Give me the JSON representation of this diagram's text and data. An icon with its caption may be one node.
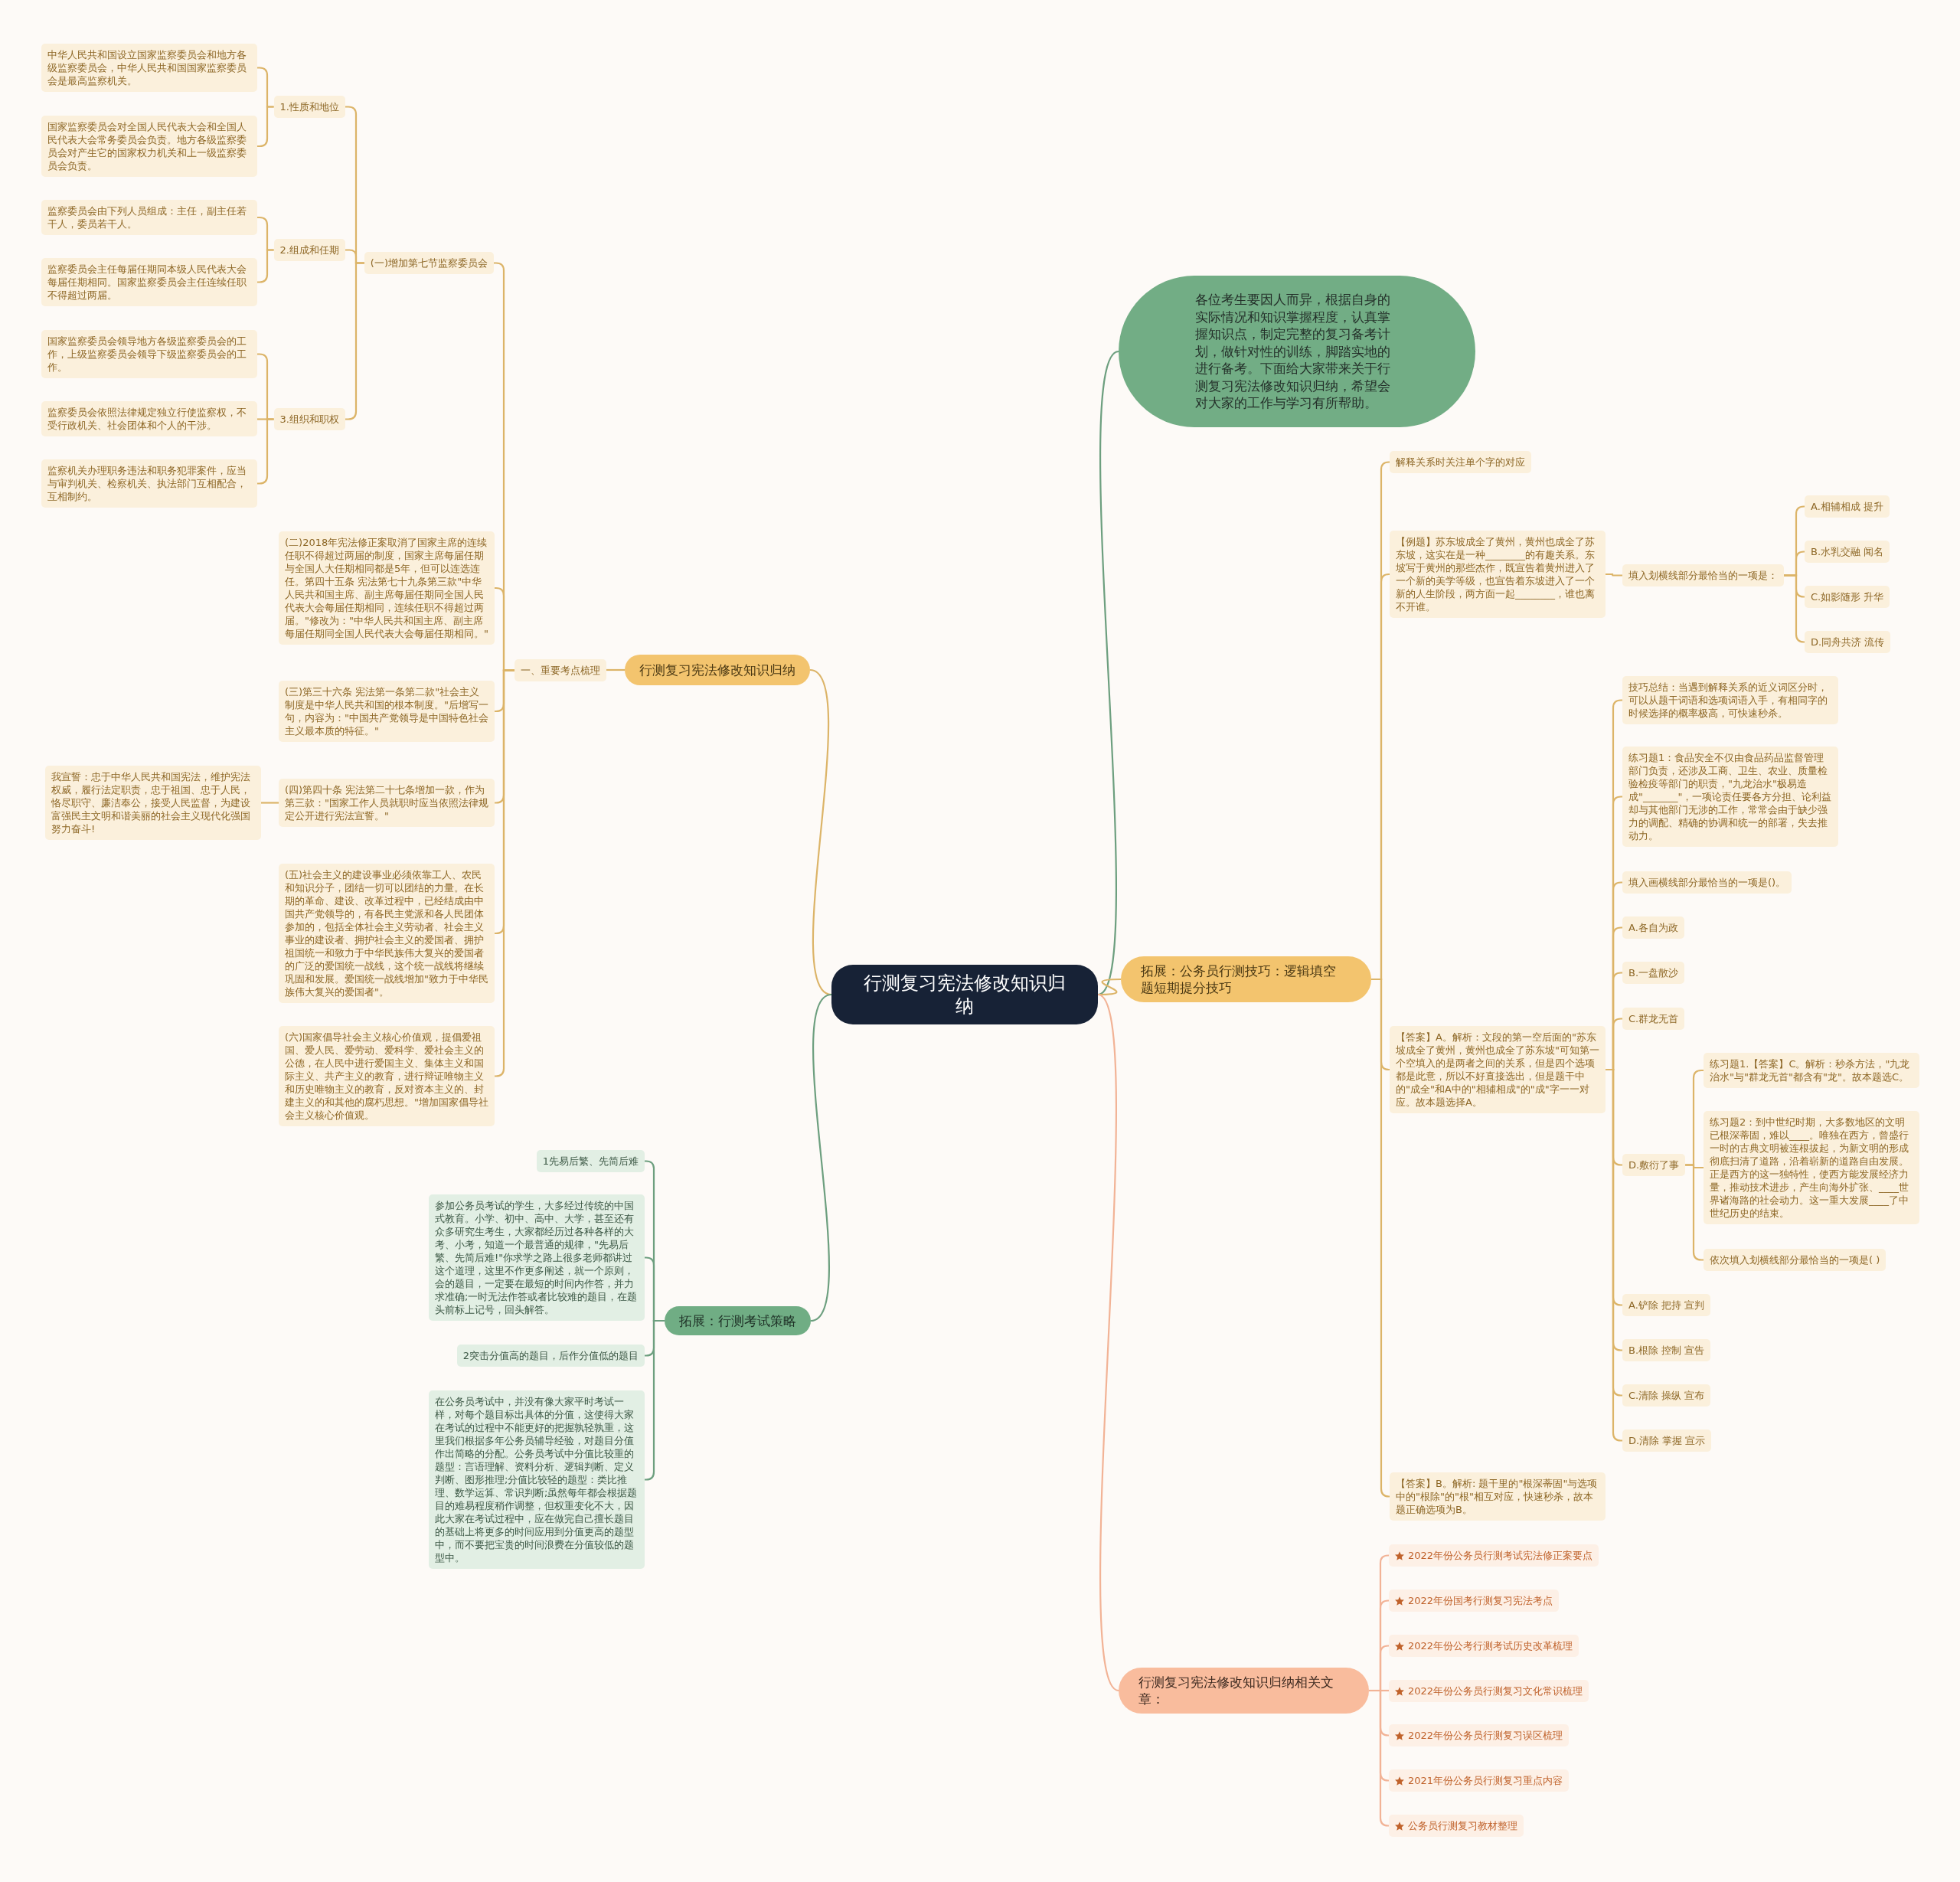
{
  "diagram": {
    "nodes": [
      {
        "text": [
          "行测复习宪法修改知识归纳"
        ]
      },
      {
        "text": [
          "各位考生要因人而异，根据自身的实际情况和知识掌握程度，认真掌握知识点，制定完整的复习备考计划，做针对性的训练，脚踏实地的进行备考。下面给大家带来关于行测复习宪法修改知识归纳，希望会对大家的工作与学习有所帮助。"
        ]
      },
      {
        "text": [
          "行测复习宪法修改知识归纳"
        ]
      },
      {
        "text": [
          "一、重要考点梳理"
        ]
      },
      {
        "text": [
          "(一)增加第七节监察委员会"
        ]
      },
      {
        "text": [
          "1.性质和地位"
        ]
      },
      {
        "text": [
          "中华人民共和国设立国家监察委员会和地方各级监察委员会，中华人民共和国国家监察委员会是最高监察机关。"
        ]
      },
      {
        "text": [
          "国家监察委员会对全国人民代表大会和全国人民代表大会常务委员会负责。地方各级监察委员会对产生它的国家权力机关和上一级监察委员会负责。"
        ]
      },
      {
        "text": [
          "2.组成和任期"
        ]
      },
      {
        "text": [
          "监察委员会由下列人员组成：主任，副主任若干人，委员若干人。"
        ]
      },
      {
        "text": [
          "监察委员会主任每届任期同本级人民代表大会每届任期相同。国家监察委员会主任连续任职不得超过两届。"
        ]
      },
      {
        "text": [
          "3.组织和职权"
        ]
      },
      {
        "text": [
          "国家监察委员会领导地方各级监察委员会的工作，上级监察委员会领导下级监察委员会的工作。"
        ]
      },
      {
        "text": [
          "监察委员会依照法律规定独立行使监察权，不受行政机关、社会团体和个人的干涉。"
        ]
      },
      {
        "text": [
          "监察机关办理职务违法和职务犯罪案件，应当与审判机关、检察机关、执法部门互相配合，互相制约。"
        ]
      },
      {
        "text": [
          "(二)2018年宪法修正案取消了国家主席的连续任职不得超过两届的制度，国家主席每届任期与全国人大任期相同都是5年，但可以连选连任。第四十五条 宪法第七十九条第三款\"中华人民共和国主席、副主席每届任期同全国人民代表大会每届任期相同，连续任职不得超过两届。\"修改为：\"中华人民共和国主席、副主席每届任期同全国人民代表大会每届任期相同。\""
        ]
      },
      {
        "text": [
          "(三)第三十六条 宪法第一条第二款\"社会主义制度是中华人民共和国的根本制度。\"后增写一句，内容为：\"中国共产党领导是中国特色社会主义最本质的特征。\""
        ]
      },
      {
        "text": [
          "(四)第四十条 宪法第二十七条增加一款，作为第三款：\"国家工作人员就职时应当依照法律规定公开进行宪法宣誓。\""
        ]
      },
      {
        "text": [
          "我宣誓：忠于中华人民共和国宪法，维护宪法权威，履行法定职责，忠于祖国、忠于人民，恪尽职守、廉洁奉公，接受人民监督，为建设富强民主文明和谐美丽的社会主义现代化强国努力奋斗!"
        ]
      },
      {
        "text": [
          "(五)社会主义的建设事业必须依靠工人、农民和知识分子，团结一切可以团结的力量。在长期的革命、建设、改革过程中，已经结成由中国共产党领导的，有各民主党派和各人民团体参加的，包括全体社会主义劳动者、社会主义事业的建设者、拥护社会主义的爱国者、拥护祖国统一和致力于中华民族伟大复兴的爱国者的广泛的爱国统一战线，这个统一战线将继续巩固和发展。爱国统一战线增加\"致力于中华民族伟大复兴的爱国者\"。"
        ]
      },
      {
        "text": [
          "(六)国家倡导社会主义核心价值观，提倡爱祖国、爱人民、爱劳动、爱科学、爱社会主义的公德，在人民中进行爱国主义、集体主义和国际主义、共产主义的教育，进行辩证唯物主义和历史唯物主义的教育，反对资本主义的、封建主义的和其他的腐朽思想。\"增加国家倡导社会主义核心价值观。"
        ]
      },
      {
        "text": [
          "拓展：公务员行测技巧：逻辑填空题短期提分技巧"
        ]
      },
      {
        "text": [
          "解释关系时关注单个字的对应"
        ]
      },
      {
        "text": [
          "【例题】苏东坡成全了黄州，黄州也成全了苏东坡，这实在是一种________的有趣关系。东坡写于黄州的那些杰作，既宣告着黄州进入了一个新的美学等级，也宣告着东坡进入了一个新的人生阶段，两方面一起________，谁也离不开谁。"
        ]
      },
      {
        "text": [
          "填入划横线部分最恰当的一项是："
        ]
      },
      {
        "text": [
          "A.相辅相成 提升"
        ]
      },
      {
        "text": [
          "B.水乳交融 闻名"
        ]
      },
      {
        "text": [
          "C.如影随形 升华"
        ]
      },
      {
        "text": [
          "D.同舟共济 流传"
        ]
      },
      {
        "text": [
          "【答案】A。解析：文段的第一空后面的\"苏东坡成全了黄州，黄州也成全了苏东坡\"可知第一个空填入的是两者之间的关系，但是四个选项都是此意，所以不好直接选出，但是题干中的\"成全\"和A中的\"相辅相成\"的\"成\"字一一对应。故本题选择A。"
        ]
      },
      {
        "text": [
          "技巧总结：当遇到解释关系的近义词区分时，可以从题干词语和选项词语入手，有相同字的时候选择的概率极高，可快速秒杀。"
        ]
      },
      {
        "text": [
          "练习题1：食品安全不仅由食品药品监督管理部门负责，还涉及工商、卫生、农业、质量检验检疫等部门的职责，\"九龙治水\"极易造成\"_______\"，一项论责任要各方分担、论利益却与其他部门无涉的工作，常常会由于缺少强力的调配、精确的协调和统一的部署，失去推动力。"
        ]
      },
      {
        "text": [
          "填入画横线部分最恰当的一项是()。"
        ]
      },
      {
        "text": [
          "A.各自为政"
        ]
      },
      {
        "text": [
          "B.一盘散沙"
        ]
      },
      {
        "text": [
          "C.群龙无首"
        ]
      },
      {
        "text": [
          "D.敷衍了事"
        ]
      },
      {
        "text": [
          "练习题1.【答案】C。解析：秒杀方法，\"九龙治水\"与\"群龙无首\"都含有\"龙\"。故本题选C。"
        ]
      },
      {
        "text": [
          "练习题2：到中世纪时期，大多数地区的文明已根深蒂固，难以____。唯独在西方，曾盛行一时的古典文明被连根拔起，为新文明的形成彻底扫清了道路，沿着崭新的道路自由发展。正是西方的这一独特性，使西方能发展经济力量，推动技术进步，产生向海外扩张、____世界诸海路的社会动力。这一重大发展____了中世纪历史的结束。"
        ]
      },
      {
        "text": [
          "依次填入划横线部分最恰当的一项是( )"
        ]
      },
      {
        "text": [
          "A.铲除 把持 宣判"
        ]
      },
      {
        "text": [
          "B.根除 控制 宣告"
        ]
      },
      {
        "text": [
          "C.清除 操纵 宣布"
        ]
      },
      {
        "text": [
          "D.清除 掌握 宣示"
        ]
      },
      {
        "text": [
          "【答案】B。解析: 题干里的\"根深蒂固\"与选项中的\"根除\"的\"根\"相互对应，快速秒杀，故本题正确选项为B。"
        ]
      },
      {
        "text": [
          "拓展：行测考试策略"
        ]
      },
      {
        "text": [
          "1先易后繁、先简后难"
        ]
      },
      {
        "text": [
          "参加公务员考试的学生，大多经过传统的中国式教育。小学、初中、高中、大学，甚至还有众多研究生考生，大家都经历过各种各样的大考、小考，知道一个最普通的规律，\"先易后繁、先简后难!\"你求学之路上很多老师都讲过这个道理，这里不作更多阐述，就一个原则，会的题目，一定要在最短的时间内作答，并力求准确;一时无法作答或者比较难的题目，在题头前标上记号，回头解答。"
        ]
      },
      {
        "text": [
          "2突击分值高的题目，后作分值低的题目"
        ]
      },
      {
        "text": [
          "在公务员考试中，并没有像大家平时考试一样，对每个题目标出具体的分值，这使得大家在考试的过程中不能更好的把握孰轻孰重，这里我们根据多年公务员辅导经验，对题目分值作出简略的分配。公务员考试中分值比较重的题型：言语理解、资料分析、逻辑判断、定义判断、图形推理;分值比较轻的题型：类比推理、数学运算、常识判断;虽然每年都会根据题目的难易程度稍作调整，但权重变化不大，因此大家在考试过程中，应在做完自己擅长题目的基础上将更多的时间应用到分值更高的题型中，而不要把宝贵的时间浪费在分值较低的题型中。"
        ]
      },
      {
        "text": [
          "行测复习宪法修改知识归纳相关文章："
        ]
      },
      {
        "text": [
          "2022年份公务员行测考试宪法修正案要点"
        ]
      },
      {
        "text": [
          "2022年份国考行测复习宪法考点"
        ]
      },
      {
        "text": [
          "2022年份公考行测考试历史改革梳理"
        ]
      },
      {
        "text": [
          "2022年份公务员行测复习文化常识梳理"
        ]
      },
      {
        "text": [
          "2022年份公务员行测复习误区梳理"
        ]
      },
      {
        "text": [
          "2021年份公务员行测复习重点内容"
        ]
      },
      {
        "text": [
          "公务员行测复习教材整理"
        ]
      }
    ],
    "edges": [
      {
        "from": 0,
        "to": 1,
        "arrow": "none",
        "color": "#6d9f7f"
      },
      {
        "from": 0,
        "to": 2,
        "arrow": "none"
      },
      {
        "from": 2,
        "to": 3,
        "arrow": "none"
      },
      {
        "from": 3,
        "to": 4,
        "arrow": "none"
      },
      {
        "from": 4,
        "to": 5,
        "arrow": "none"
      },
      {
        "from": 5,
        "to": 6,
        "arrow": "none"
      },
      {
        "from": 5,
        "to": 7,
        "arrow": "none"
      },
      {
        "from": 4,
        "to": 8,
        "arrow": "none"
      },
      {
        "from": 8,
        "to": 9,
        "arrow": "none"
      },
      {
        "from": 8,
        "to": 10,
        "arrow": "none"
      },
      {
        "from": 4,
        "to": 11,
        "arrow": "none"
      },
      {
        "from": 11,
        "to": 12,
        "arrow": "none"
      },
      {
        "from": 11,
        "to": 13,
        "arrow": "none"
      },
      {
        "from": 11,
        "to": 14,
        "arrow": "none"
      },
      {
        "from": 3,
        "to": 15,
        "arrow": "none"
      },
      {
        "from": 3,
        "to": 16,
        "arrow": "none"
      },
      {
        "from": 3,
        "to": 17,
        "arrow": "none"
      },
      {
        "from": 17,
        "to": 18,
        "arrow": "none"
      },
      {
        "from": 3,
        "to": 19,
        "arrow": "none"
      },
      {
        "from": 3,
        "to": 20,
        "arrow": "none"
      },
      {
        "from": 0,
        "to": 21,
        "arrow": "none"
      },
      {
        "from": 21,
        "to": 22,
        "arrow": "none"
      },
      {
        "from": 21,
        "to": 23,
        "arrow": "none"
      },
      {
        "from": 23,
        "to": 24,
        "arrow": "none"
      },
      {
        "from": 24,
        "to": 25,
        "arrow": "none"
      },
      {
        "from": 24,
        "to": 26,
        "arrow": "none"
      },
      {
        "from": 24,
        "to": 27,
        "arrow": "none"
      },
      {
        "from": 24,
        "to": 28,
        "arrow": "none"
      },
      {
        "from": 21,
        "to": 29,
        "arrow": "none"
      },
      {
        "from": 29,
        "to": 30,
        "arrow": "none"
      },
      {
        "from": 29,
        "to": 31,
        "arrow": "none"
      },
      {
        "from": 29,
        "to": 32,
        "arrow": "none"
      },
      {
        "from": 29,
        "to": 33,
        "arrow": "none"
      },
      {
        "from": 29,
        "to": 34,
        "arrow": "none"
      },
      {
        "from": 29,
        "to": 35,
        "arrow": "none"
      },
      {
        "from": 29,
        "to": 36,
        "arrow": "none"
      },
      {
        "from": 36,
        "to": 37,
        "arrow": "none"
      },
      {
        "from": 36,
        "to": 38,
        "arrow": "none"
      },
      {
        "from": 36,
        "to": 39,
        "arrow": "none"
      },
      {
        "from": 29,
        "to": 40,
        "arrow": "none"
      },
      {
        "from": 29,
        "to": 41,
        "arrow": "none"
      },
      {
        "from": 29,
        "to": 42,
        "arrow": "none"
      },
      {
        "from": 29,
        "to": 43,
        "arrow": "none"
      },
      {
        "from": 21,
        "to": 44,
        "arrow": "none"
      },
      {
        "from": 0,
        "to": 45,
        "arrow": "none",
        "color": "#6d9f7f"
      },
      {
        "from": 45,
        "to": 46,
        "arrow": "none",
        "color": "#6d9f7f"
      },
      {
        "from": 45,
        "to": 47,
        "arrow": "none",
        "color": "#6d9f7f"
      },
      {
        "from": 45,
        "to": 48,
        "arrow": "none",
        "color": "#6d9f7f"
      },
      {
        "from": 45,
        "to": 49,
        "arrow": "none",
        "color": "#6d9f7f"
      },
      {
        "from": 0,
        "to": 50,
        "arrow": "none",
        "color": "#f2b396"
      },
      {
        "from": 50,
        "to": 51,
        "arrow": "none",
        "color": "#f2b396"
      },
      {
        "from": 50,
        "to": 52,
        "arrow": "none",
        "color": "#f2b396"
      },
      {
        "from": 50,
        "to": 53,
        "arrow": "none",
        "color": "#f2b396"
      },
      {
        "from": 50,
        "to": 54,
        "arrow": "none",
        "color": "#f2b396"
      },
      {
        "from": 50,
        "to": 55,
        "arrow": "none",
        "color": "#f2b396"
      },
      {
        "from": 50,
        "to": 56,
        "arrow": "none",
        "color": "#f2b396"
      },
      {
        "from": 50,
        "to": 57,
        "arrow": "none",
        "color": "#f2b396"
      }
    ]
  }
}
